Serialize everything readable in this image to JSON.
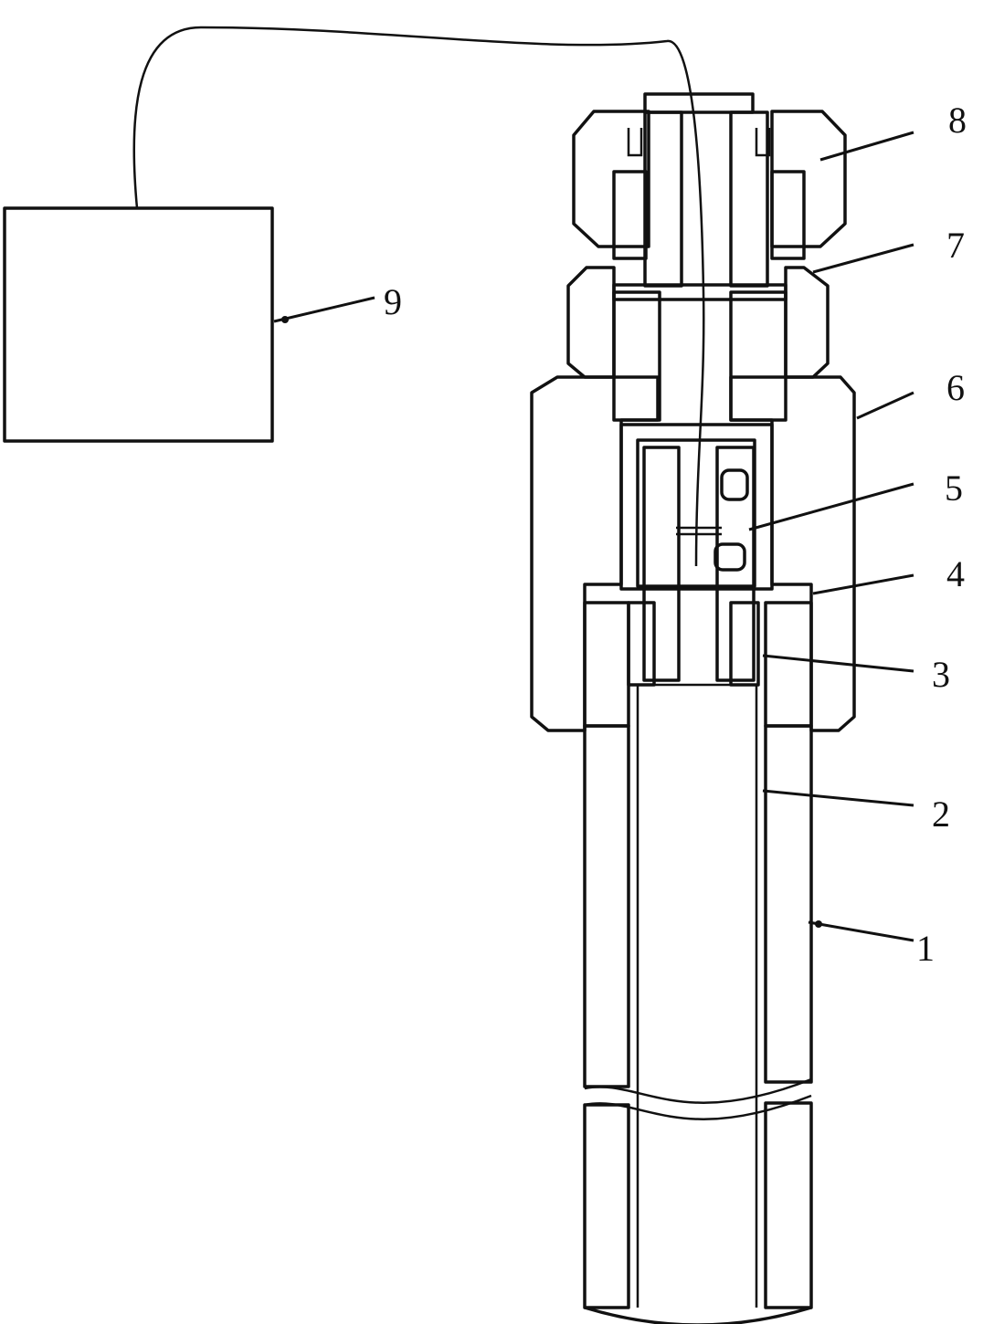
{
  "labels": [
    {
      "id": "1",
      "text": "1"
    },
    {
      "id": "2",
      "text": "2"
    },
    {
      "id": "3",
      "text": "3"
    },
    {
      "id": "4",
      "text": "4"
    },
    {
      "id": "5",
      "text": "5"
    },
    {
      "id": "6",
      "text": "6"
    },
    {
      "id": "7",
      "text": "7"
    },
    {
      "id": "8",
      "text": "8"
    },
    {
      "id": "9",
      "text": "9"
    }
  ],
  "colors": {
    "stroke": "#111111",
    "background": "#ffffff"
  }
}
